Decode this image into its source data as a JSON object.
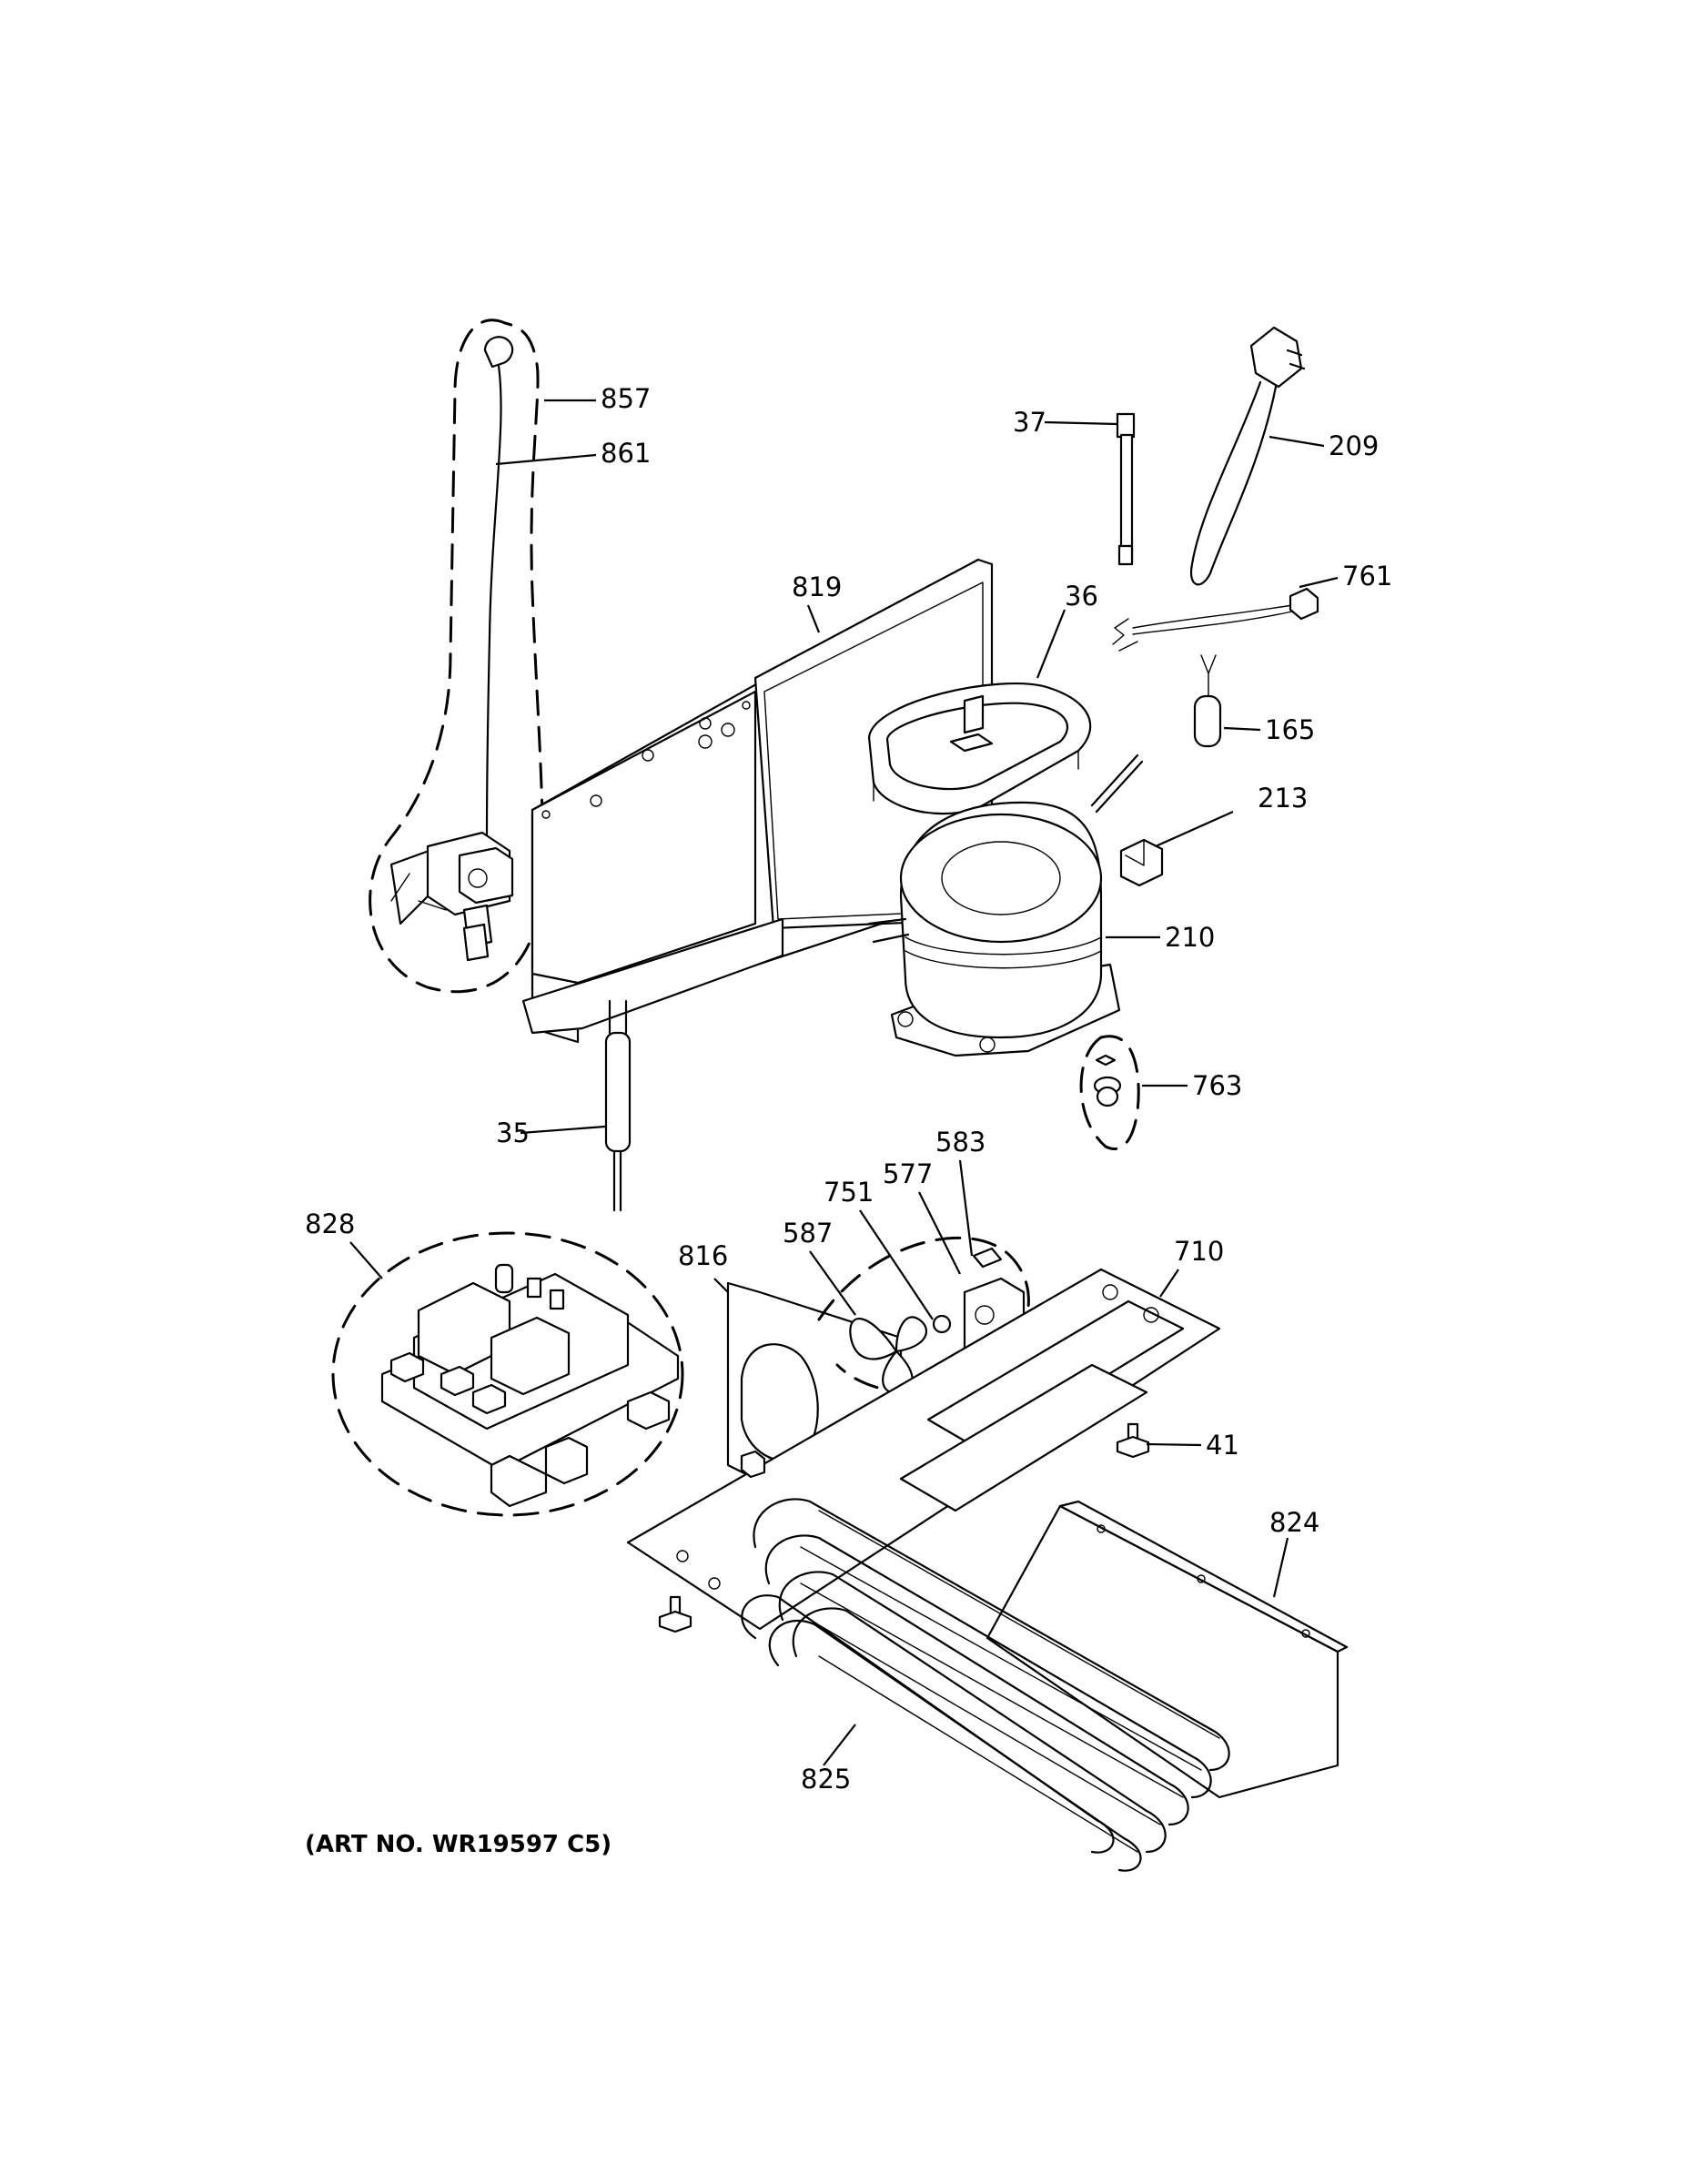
{
  "caption": "(ART NO. WR19597 C5)",
  "callouts": {
    "c857": "857",
    "c861": "861",
    "c37": "37",
    "c209": "209",
    "c761": "761",
    "c819": "819",
    "c36": "36",
    "c165": "165",
    "c213": "213",
    "c210": "210",
    "c763": "763",
    "c35": "35",
    "c583": "583",
    "c577": "577",
    "c751": "751",
    "c587": "587",
    "c828": "828",
    "c816": "816",
    "c710": "710",
    "c41": "41",
    "c824": "824",
    "c825": "825"
  }
}
